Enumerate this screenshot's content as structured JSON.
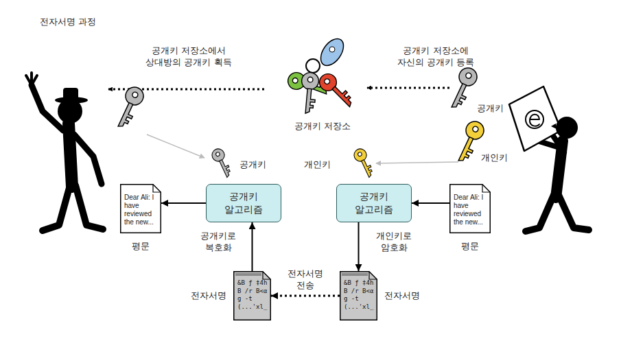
{
  "diagram": {
    "title": "전자서명 과정",
    "nodes": [
      {
        "text": [
          "Dear Ali: I have reviewed the new...",
          "평문"
        ]
      },
      {
        "text": [
          "공개키 알고리즘"
        ]
      },
      {
        "text": [
          "공개키 알고리즘"
        ]
      },
      {
        "text": [
          "Dear Ali: I have reviewed the new...",
          "평문"
        ]
      },
      {
        "text": [
          "&B ƒ ‡4hB /r B<α g -t (...'xl_",
          "전자서명"
        ]
      },
      {
        "text": [
          "&B ƒ ‡4hB /r B<α g -t (...'xl_",
          "전자서명"
        ]
      }
    ],
    "edges": [
      {
        "from": 3,
        "to": 2,
        "arrow": "to"
      },
      {
        "from": 2,
        "to": 5,
        "arrow": "to"
      },
      {
        "from": 5,
        "to": 4,
        "arrow": "to",
        "label": "전자서명 전송"
      },
      {
        "from": 4,
        "to": 1,
        "arrow": "to"
      },
      {
        "from": 1,
        "to": 0,
        "arrow": "to"
      }
    ],
    "labels": [
      "공개키 저장소에서 상대방의 공개키 획득",
      "공개키 저장소에 자신의 공개키 등록",
      "공개키 저장소",
      "공개키",
      "개인키",
      "공개키",
      "개인키",
      "공개키로 복호화",
      "개인키로 암호화"
    ]
  }
}
